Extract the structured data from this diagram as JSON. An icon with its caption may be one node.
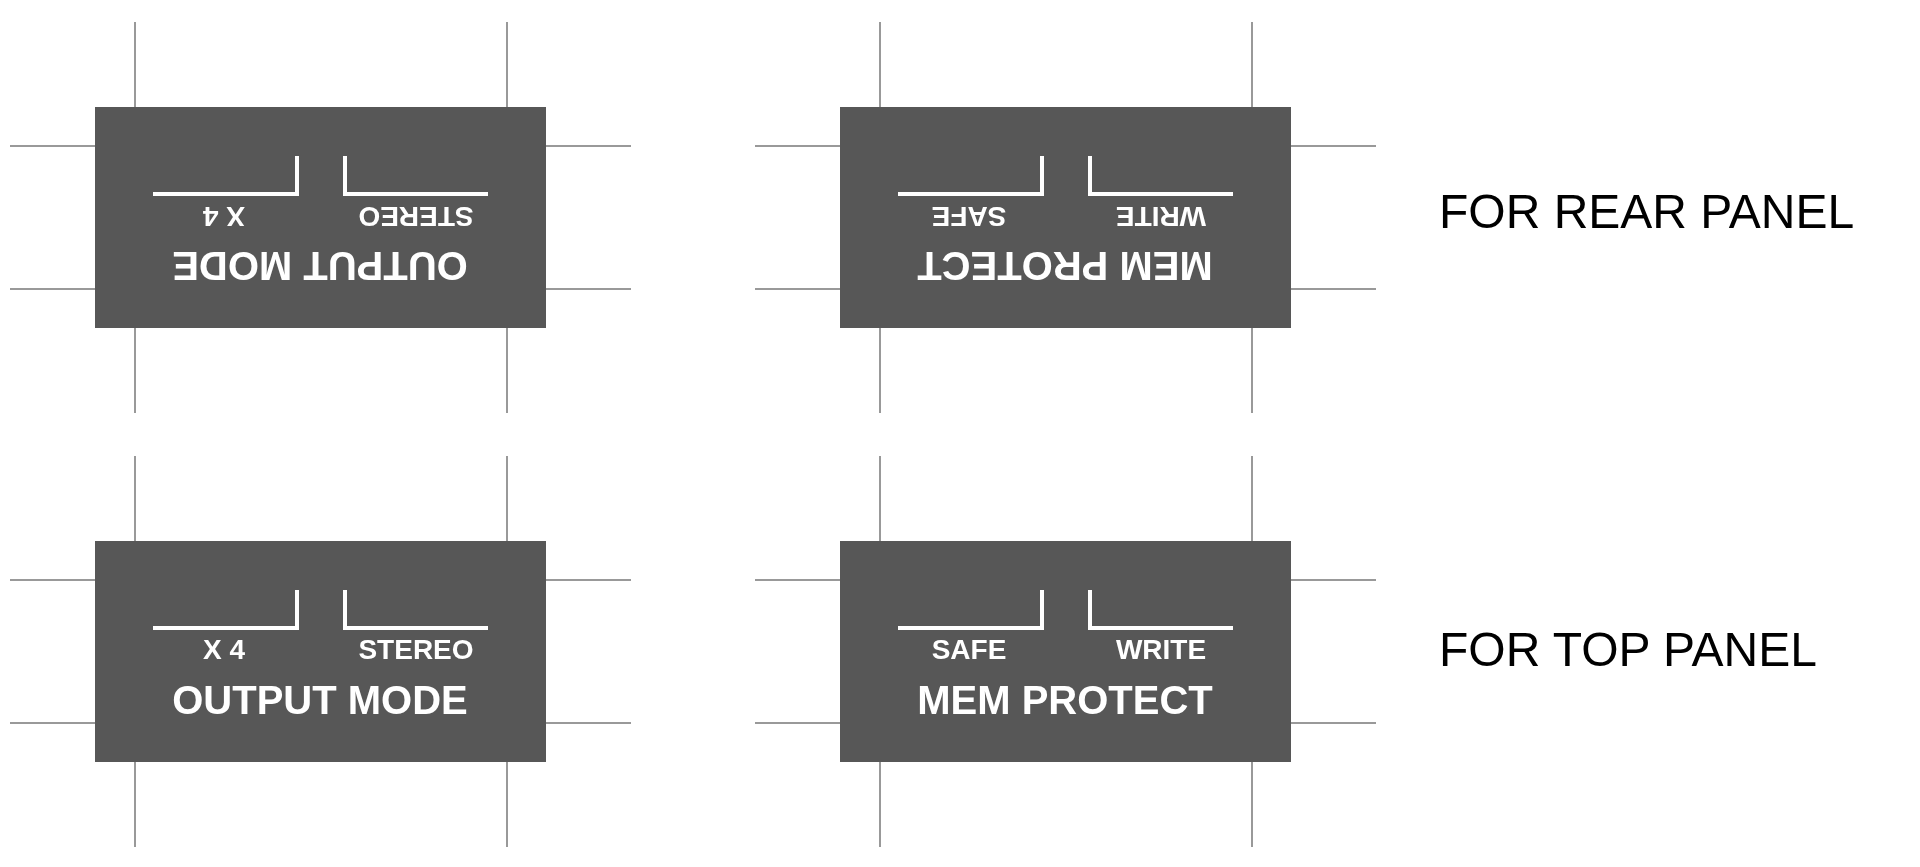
{
  "diagram": {
    "nodes": [
      {
        "text": [
          "X 4",
          "STEREO",
          "OUTPUT MODE"
        ]
      },
      {
        "text": [
          "SAFE",
          "WRITE",
          "MEM PROTECT"
        ]
      },
      {
        "text": [
          "X 4",
          "STEREO",
          "OUTPUT MODE"
        ]
      },
      {
        "text": [
          "SAFE",
          "WRITE",
          "MEM PROTECT"
        ]
      }
    ],
    "labels": [
      "FOR REAR PANEL",
      "FOR TOP PANEL"
    ]
  }
}
